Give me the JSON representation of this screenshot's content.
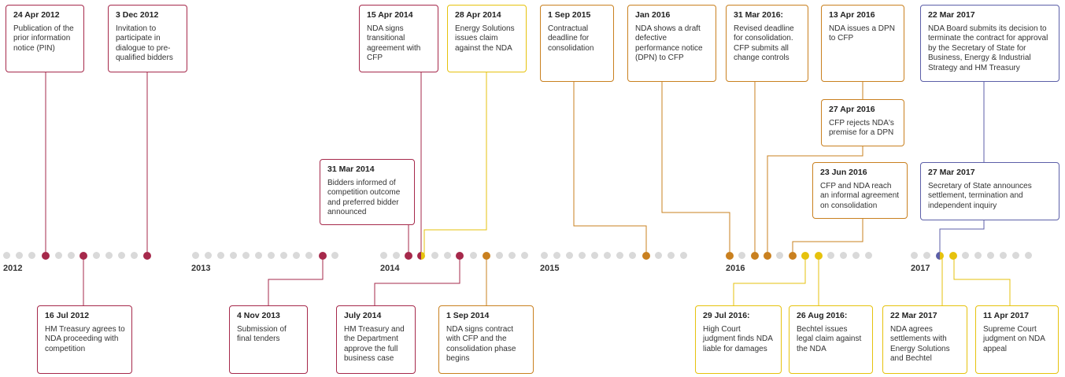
{
  "colors": {
    "crimson": "#a6294b",
    "orange": "#c9801f",
    "yellow": "#e6c20d",
    "purple": "#5c5fa8",
    "dot_grey": "#d9d9d9"
  },
  "years": [
    "2012",
    "2013",
    "2014",
    "2015",
    "2016",
    "2017"
  ],
  "events": {
    "e01": {
      "date": "24 Apr 2012",
      "text": "Publication of the prior information notice (PIN)"
    },
    "e02": {
      "date": "3 Dec 2012",
      "text": "Invitation to participate in dialogue to pre-qualified bidders"
    },
    "e03": {
      "date": "16 Jul 2012",
      "text": "HM Treasury agrees to NDA proceeding with competition"
    },
    "e04": {
      "date": "4 Nov 2013",
      "text": "Submission of final tenders"
    },
    "e05": {
      "date": "31 Mar 2014",
      "text": "Bidders informed of competition outcome and preferred bidder announced"
    },
    "e06": {
      "date": "15 Apr 2014",
      "text": "NDA signs transitional agreement with CFP"
    },
    "e07": {
      "date": "28 Apr 2014",
      "text": "Energy Solutions issues claim against the NDA"
    },
    "e08": {
      "date": "July 2014",
      "text": "HM Treasury and the Department approve the full business case"
    },
    "e09": {
      "date": "1 Sep 2014",
      "text": "NDA signs contract with CFP and the consolidation phase begins"
    },
    "e10": {
      "date": "1 Sep 2015",
      "text": "Contractual deadline for consolidation"
    },
    "e11": {
      "date": "Jan 2016",
      "text": "NDA shows a draft defective performance notice (DPN) to CFP"
    },
    "e12": {
      "date": "31 Mar 2016:",
      "text": "Revised deadline for consolidation. CFP submits all change controls"
    },
    "e13": {
      "date": "13 Apr 2016",
      "text": "NDA issues a DPN to CFP"
    },
    "e14": {
      "date": "27 Apr 2016",
      "text": "CFP rejects NDA's premise for a DPN"
    },
    "e15": {
      "date": "23 Jun 2016",
      "text": "CFP and NDA reach an informal agreement on consolidation"
    },
    "e16": {
      "date": "29 Jul 2016:",
      "text": "High Court judgment finds NDA liable for damages"
    },
    "e17": {
      "date": "26 Aug 2016:",
      "text": "Bechtel issues legal claim against the NDA"
    },
    "e18": {
      "date": "22 Mar 2017",
      "text": "NDA Board submits its decision to terminate the contract for approval by the Secretary of State for Business, Energy & Industrial Strategy and HM Treasury"
    },
    "e19": {
      "date": "27 Mar 2017",
      "text": "Secretary of State announces settlement, termination and independent inquiry"
    },
    "e20": {
      "date": "22 Mar 2017",
      "text": "NDA agrees settlements with Energy Solutions and Bechtel"
    },
    "e21": {
      "date": "11 Apr 2017",
      "text": "Supreme Court judgment on NDA appeal"
    }
  }
}
